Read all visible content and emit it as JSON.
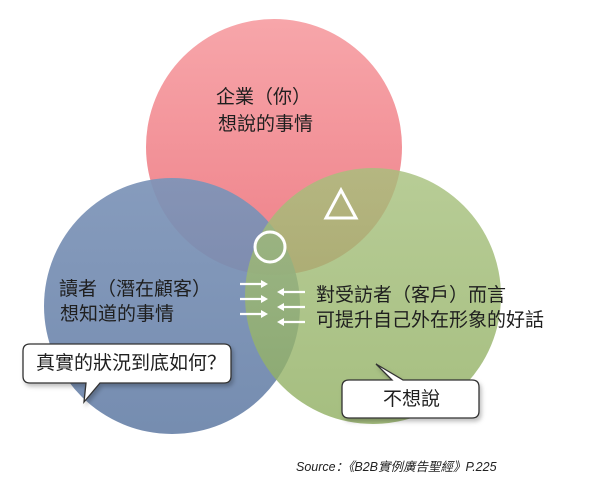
{
  "circles": {
    "company": {
      "line1": "企業（你）",
      "line2": "想說的事情",
      "color": "#f28c91"
    },
    "reader": {
      "line1": "讀者（潛在顧客）",
      "line2": "想知道的事情",
      "color": "#6f88ad"
    },
    "interviewee": {
      "line1": "對受訪者（客戶）而言",
      "line2": "可提升自己外在形象的好話",
      "color": "#97b56a"
    }
  },
  "symbols": {
    "circle_mark": "○",
    "triangle_mark": "△"
  },
  "callouts": {
    "reader_question": "真實的狀況到底如何？",
    "interviewee_note": "不想說"
  },
  "source": "Source：《B2B實例廣告聖經》P.225"
}
